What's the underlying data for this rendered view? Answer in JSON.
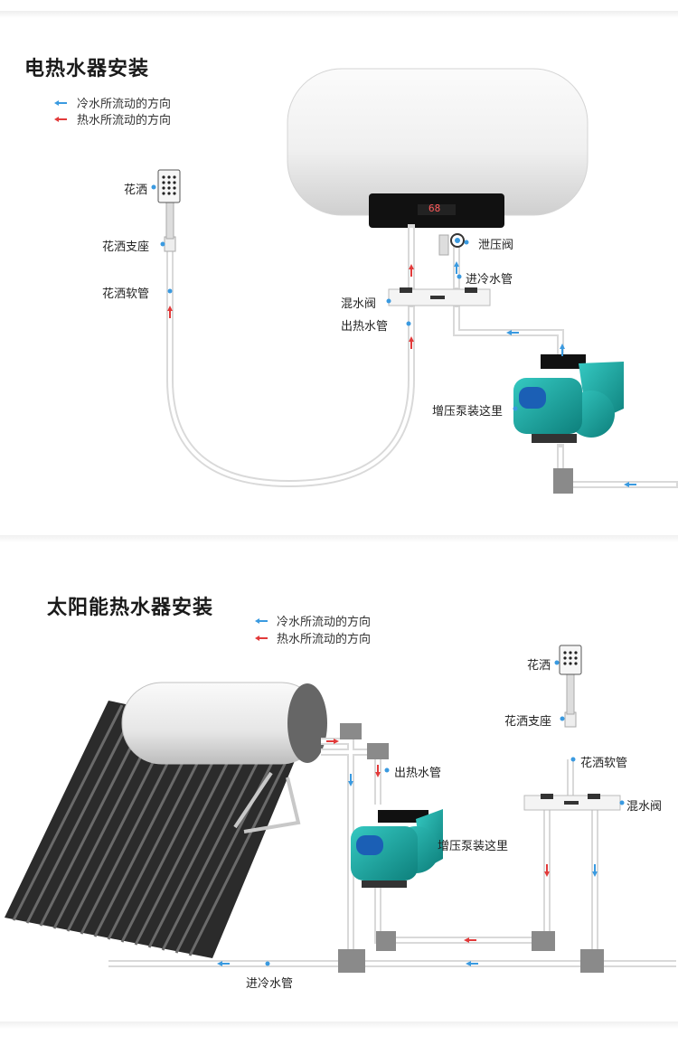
{
  "colors": {
    "cold_arrow": "#3a9ae0",
    "hot_arrow": "#e23a3a",
    "pipe": "#d9d9d9",
    "pump_body": "#1aa7a2"
  },
  "electric": {
    "title": "电热水器安装",
    "legend": {
      "cold": "冷水所流动的方向",
      "hot": "热水所流动的方向"
    },
    "labels": {
      "shower": "花洒",
      "shower_holder": "花洒支座",
      "shower_hose": "花洒软管",
      "relief_valve": "泄压阀",
      "cold_inlet": "进冷水管",
      "mixing_valve": "混水阀",
      "hot_outlet": "出热水管",
      "pump_here": "增压泵装这里"
    },
    "display_temp": "68"
  },
  "solar": {
    "title": "太阳能热水器安装",
    "legend": {
      "cold": "冷水所流动的方向",
      "hot": "热水所流动的方向"
    },
    "labels": {
      "shower": "花洒",
      "shower_holder": "花洒支座",
      "hot_outlet": "出热水管",
      "shower_hose": "花洒软管",
      "mixing_valve": "混水阀",
      "pump_here": "增压泵装这里",
      "cold_inlet": "进冷水管"
    }
  },
  "icons": [
    "shower-head-icon",
    "water-heater-icon",
    "pump-icon",
    "solar-collector-icon",
    "valve-icon"
  ]
}
